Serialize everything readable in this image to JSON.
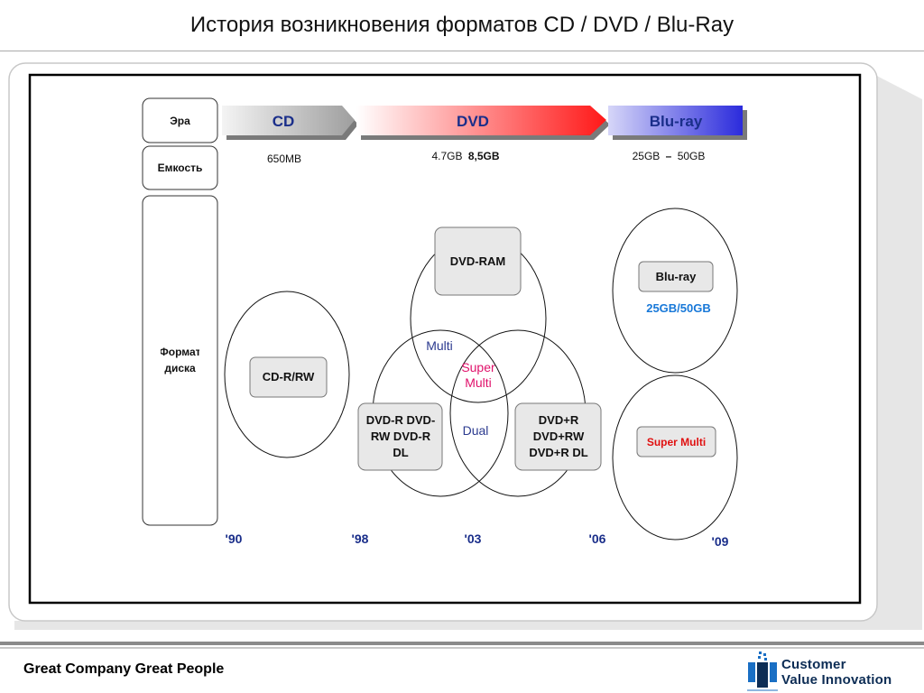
{
  "title": "История возникновения форматов CD / DVD / Blu-Ray",
  "row_labels": {
    "era": "Эра",
    "capacity": "Емкость",
    "format": "Формат диска"
  },
  "eras": {
    "cd": "CD",
    "dvd": "DVD",
    "bluray": "Blu-ray"
  },
  "capacities": {
    "cd": "650MB",
    "dvd_a": "4.7GB",
    "dvd_b": "8,5GB",
    "bd_a": "25GB",
    "bd_sep": "–",
    "bd_b": "50GB"
  },
  "formats": {
    "cd_rw": "CD-R/RW",
    "dvd_ram": "DVD-RAM",
    "dvd_minus": "DVD-R DVD-RW DVD-R DL",
    "dvd_plus": "DVD+R DVD+RW DVD+R DL",
    "multi": "Multi",
    "super_multi_center": "Super Multi",
    "dual": "Dual",
    "bluray_box": "Blu-ray",
    "bd_capacity": "25GB/50GB",
    "super_multi_box": "Super Multi"
  },
  "years": [
    "'90",
    "'98",
    "'03",
    "'06",
    "'09"
  ],
  "colors": {
    "navy": "#1a2e8a",
    "dual_blue": "#2b3a8f",
    "super_pink": "#e0106a",
    "capacity_blue": "#1878d8",
    "red_text": "#e01010"
  },
  "footer": {
    "tagline": "Great Company Great People",
    "logo_line1": "Customer",
    "logo_line2": "Value Innovation",
    "logo_icon": "figure-icon"
  }
}
